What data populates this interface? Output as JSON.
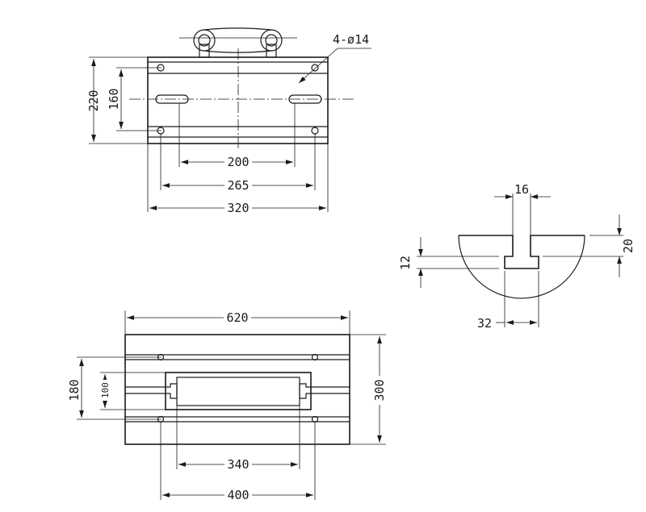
{
  "top_view": {
    "hole_callout": "4-ø14",
    "dim_width_outer": "320",
    "dim_width_mid": "265",
    "dim_width_inner": "200",
    "dim_height_outer": "220",
    "dim_height_inner": "160"
  },
  "section_view": {
    "dim_slot_width": "16",
    "dim_depth": "20",
    "dim_neck": "12",
    "dim_bottom_width": "32"
  },
  "bottom_view": {
    "dim_length": "620",
    "dim_height": "300",
    "dim_rail_span": "180",
    "dim_inner": "100",
    "dim_hole_span_inner": "340",
    "dim_hole_span_outer": "400"
  }
}
